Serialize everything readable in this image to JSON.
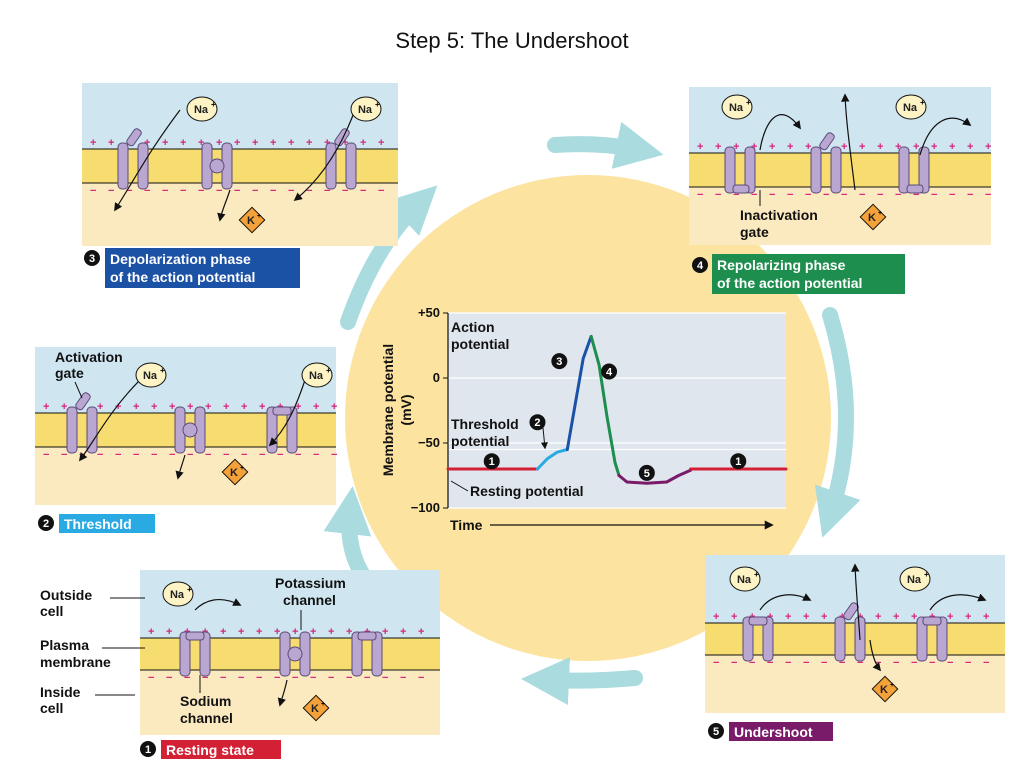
{
  "title": "Step 5: The Undershoot",
  "ions": {
    "sodium": "Na",
    "potassium": "K",
    "plus": "+"
  },
  "colors": {
    "extracellular": "#cfe6f1",
    "intracellular": "#fbe9bf",
    "membrane": "#f7dc6f",
    "channel": "#b9a7d1",
    "circle": "#fde3a0",
    "arrow": "#a9dbdf",
    "charge": "#d6257f",
    "step1": "#d42035",
    "step2": "#2aaae2",
    "step3": "#1c52a5",
    "step4": "#1e8e4e",
    "step5": "#7a1b6a"
  },
  "panels": {
    "resting": {
      "step": "1",
      "banner": "Resting state",
      "side_labels": {
        "outside_1": "Outside",
        "outside_2": "cell",
        "plasma_1": "Plasma",
        "plasma_2": "membrane",
        "inside_1": "Inside",
        "inside_2": "cell"
      },
      "callouts": {
        "potassium_1": "Potassium",
        "potassium_2": "channel",
        "sodium_1": "Sodium",
        "sodium_2": "channel"
      }
    },
    "threshold": {
      "step": "2",
      "banner": "Threshold",
      "callouts": {
        "activation_1": "Activation",
        "activation_2": "gate"
      }
    },
    "depolarization": {
      "step": "3",
      "banner_1": "Depolarization phase",
      "banner_2": "of the action potential"
    },
    "repolarizing": {
      "step": "4",
      "banner_1": "Repolarizing phase",
      "banner_2": "of the action potential",
      "callouts": {
        "inactivation_1": "Inactivation",
        "inactivation_2": "gate"
      }
    },
    "undershoot": {
      "step": "5",
      "banner": "Undershoot"
    }
  },
  "chart_data": {
    "type": "line",
    "title": "",
    "xlabel": "Time",
    "ylabel_1": "Membrane potential",
    "ylabel_2": "(mV)",
    "y_ticks": [
      "+50",
      "0",
      "−50",
      "−100"
    ],
    "ylim": [
      -100,
      50
    ],
    "threshold_mV": -55,
    "resting_mV": -70,
    "annotations": {
      "action_1": "Action",
      "action_2": "potential",
      "threshold_1": "Threshold",
      "threshold_2": "potential",
      "resting": "Resting potential"
    },
    "phase_markers": [
      "1",
      "2",
      "3",
      "4",
      "5",
      "1"
    ],
    "series": [
      {
        "phase": "1",
        "x": [
          0,
          4.5
        ],
        "y": [
          -70,
          -70
        ]
      },
      {
        "phase": "2",
        "x": [
          4.5,
          5.0,
          5.5,
          6.0
        ],
        "y": [
          -70,
          -62,
          -57,
          -55
        ]
      },
      {
        "phase": "3",
        "x": [
          6.0,
          6.4,
          6.8,
          7.2
        ],
        "y": [
          -55,
          -20,
          15,
          32
        ]
      },
      {
        "phase": "4",
        "x": [
          7.2,
          7.6,
          8.0,
          8.4,
          8.6
        ],
        "y": [
          32,
          10,
          -30,
          -65,
          -75
        ]
      },
      {
        "phase": "5",
        "x": [
          8.6,
          9.0,
          10.0,
          11.0,
          11.6,
          12.2
        ],
        "y": [
          -75,
          -80,
          -81,
          -80,
          -75,
          -71
        ]
      },
      {
        "phase": "1",
        "x": [
          12.2,
          17.0
        ],
        "y": [
          -70,
          -70
        ]
      }
    ],
    "xlim": [
      0,
      17
    ],
    "grid": true,
    "legend": "none"
  }
}
